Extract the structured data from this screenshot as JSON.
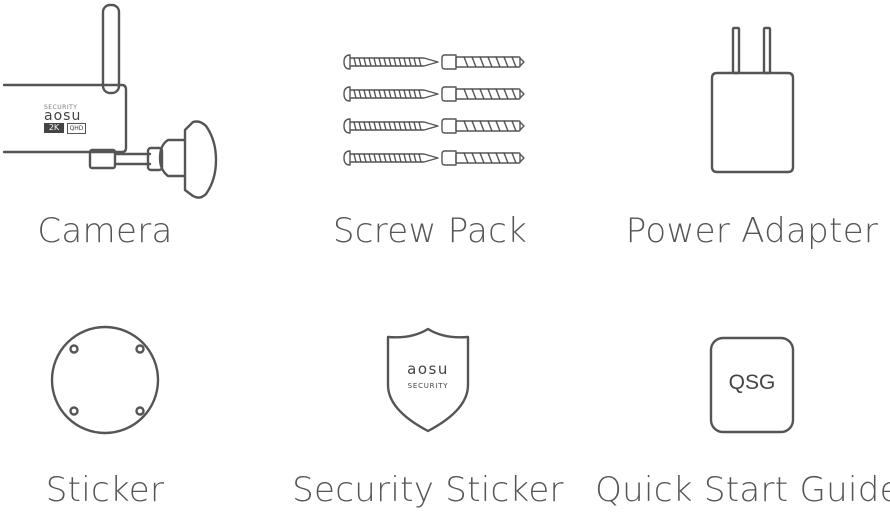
{
  "items": [
    {
      "label": "Camera",
      "icon": "camera-icon"
    },
    {
      "label": "Screw Pack",
      "icon": "screw-pack-icon"
    },
    {
      "label": "Power Adapter",
      "icon": "power-adapter-icon"
    },
    {
      "label": "Sticker",
      "icon": "sticker-icon"
    },
    {
      "label": "Security Sticker",
      "icon": "security-sticker-icon"
    },
    {
      "label": "Quick Start Guide",
      "icon": "quick-start-guide-icon"
    }
  ],
  "camera": {
    "brand": "aosu",
    "small_text": "SECURITY",
    "resolution": "2K",
    "quality": "QHD"
  },
  "security_sticker": {
    "brand": "aosu",
    "sub": "SECURITY"
  },
  "qsg": {
    "text": "QSG"
  },
  "colors": {
    "line": "#555555",
    "background": "#ffffff"
  }
}
